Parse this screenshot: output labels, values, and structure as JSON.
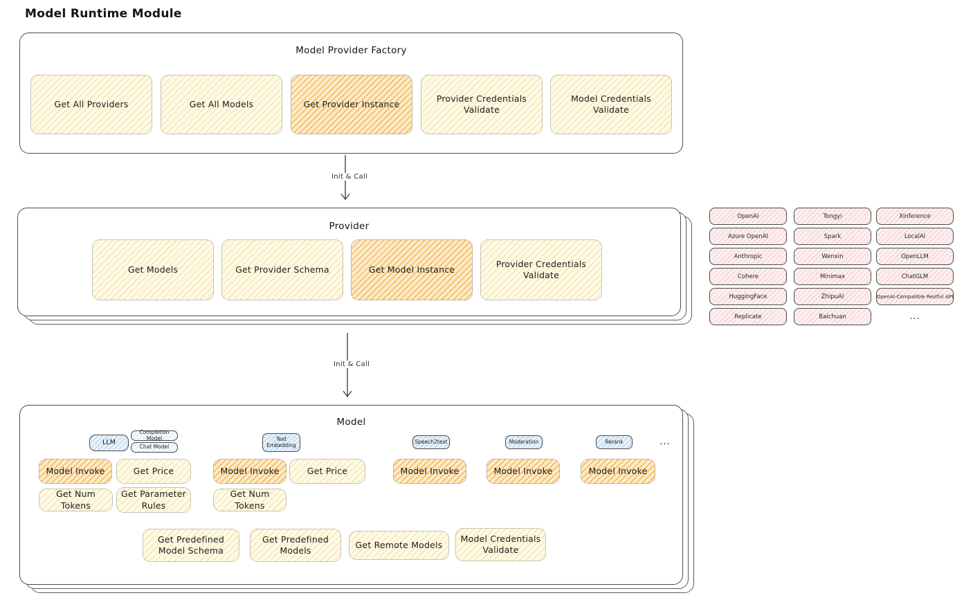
{
  "title": "Model Runtime Module",
  "arrows": {
    "init_call_1": "Init & Call",
    "init_call_2": "Init & Call"
  },
  "factory": {
    "title": "Model Provider Factory",
    "items": [
      "Get All Providers",
      "Get All Models",
      "Get Provider Instance",
      "Provider Credentials Validate",
      "Model Credentials Validate"
    ]
  },
  "provider": {
    "title": "Provider",
    "items": [
      "Get Models",
      "Get Provider Schema",
      "Get Model Instance",
      "Provider Credentials Validate"
    ]
  },
  "vendors": {
    "col1": [
      "OpenAI",
      "Azure OpenAI",
      "Anthropic",
      "Cohere",
      "HuggingFace",
      "Replicate"
    ],
    "col2": [
      "Tongyi",
      "Spark",
      "Wenxin",
      "Minimax",
      "ZhipuAI",
      "Baichuan"
    ],
    "col3": [
      "Xinference",
      "LocalAI",
      "OpenLLM",
      "ChatGLM",
      "OpenAI-Compatible Restful API",
      "..."
    ]
  },
  "model": {
    "title": "Model",
    "tabs": {
      "llm": "LLM",
      "completion": "Completion Model",
      "chat": "Chat Model",
      "text_embedding": "Text Embedding",
      "speech2text": "Speech2text",
      "moderation": "Moderation",
      "rerank": "Rerank",
      "more": "..."
    },
    "actions": {
      "model_invoke": "Model Invoke",
      "get_price": "Get Price",
      "get_num_tokens": "Get Num Tokens",
      "get_parameter_rules": "Get Parameter Rules",
      "get_predefined_model_schema": "Get Predefined Model Schema",
      "get_predefined_models": "Get Predefined Models",
      "get_remote_models": "Get Remote Models",
      "model_credentials_validate": "Model Credentials Validate"
    }
  }
}
